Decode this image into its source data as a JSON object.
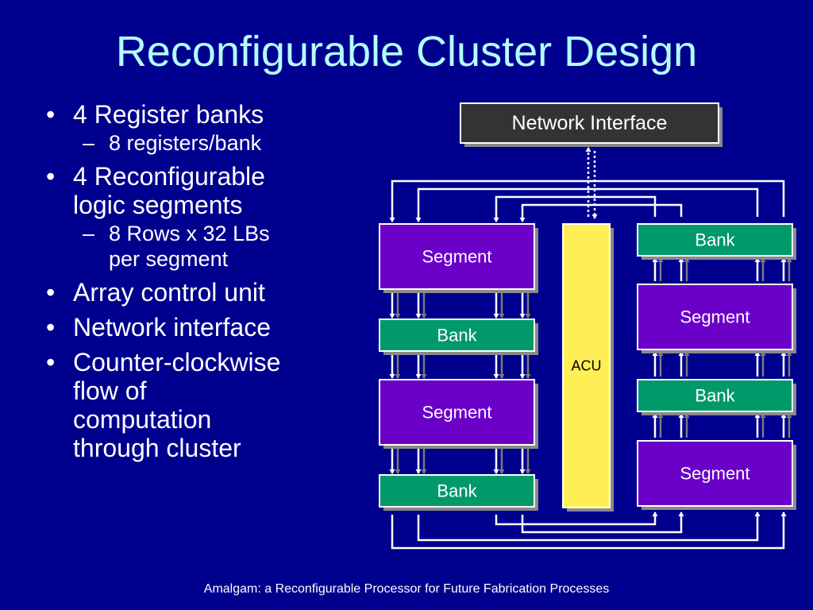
{
  "slide": {
    "title": "Reconfigurable Cluster Design",
    "footer": "Amalgam: a Reconfigurable Processor for Future Fabrication Processes"
  },
  "bullets": [
    {
      "text": "4 Register banks",
      "sub": [
        "8 registers/bank"
      ]
    },
    {
      "text": "4 Reconfigurable\nlogic segments",
      "sub": [
        "8 Rows x 32 LBs\nper segment"
      ]
    },
    {
      "text": "Array control unit",
      "sub": []
    },
    {
      "text": "Network interface",
      "sub": []
    },
    {
      "text": "Counter-clockwise\nflow of\ncomputation\nthrough cluster",
      "sub": []
    }
  ],
  "diagram": {
    "network_interface": "Network Interface",
    "acu": "ACU",
    "left_column": [
      "Segment",
      "Bank",
      "Segment",
      "Bank"
    ],
    "right_column": [
      "Bank",
      "Segment",
      "Bank",
      "Segment"
    ]
  },
  "colors": {
    "background": "#00008e",
    "title": "#b3ffff",
    "segment": "#6b00c9",
    "bank": "#00996a",
    "acu": "#ffee55",
    "network_interface": "#333333"
  }
}
